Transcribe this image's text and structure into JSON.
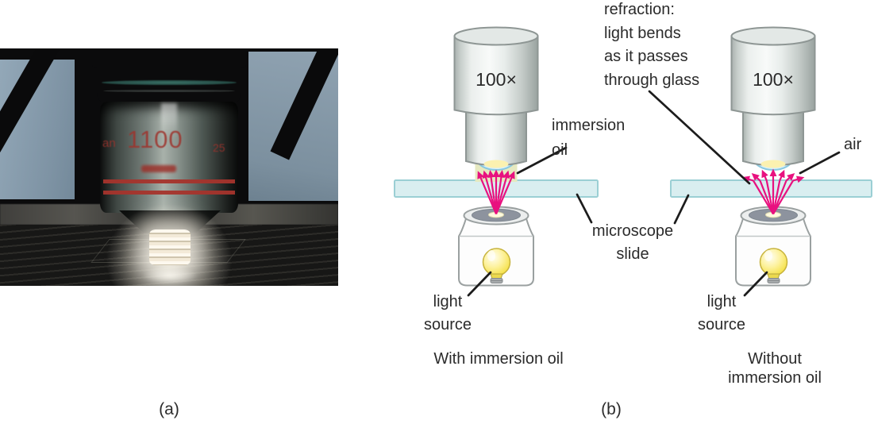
{
  "colors": {
    "ray": "#e8117f",
    "slide_fill": "#d9eef0",
    "slide_border": "#9bcfd4",
    "oil": "#e6e9c0",
    "lens_fill": "#d8f0fa",
    "lens_border": "#88c8e0",
    "glow": "#fbf1b0",
    "pointer": "#1c1c1c",
    "label_text": "#2b2b2b"
  },
  "panel_a": {
    "label": "(a)",
    "barrel_marking_left": "an",
    "barrel_marking_main": "1100",
    "barrel_marking_small": "25"
  },
  "panel_b": {
    "label": "(b)",
    "refraction_note": "refraction:\nlight bends\nas it passes\nthrough glass",
    "slide_label": "microscope\nslide",
    "with_oil": {
      "objective_label": "100×",
      "oil_label": "immersion\noil",
      "light_source_label": "light\nsource",
      "caption": "With immersion oil"
    },
    "without_oil": {
      "objective_label": "100×",
      "air_label": "air",
      "light_source_label": "light\nsource",
      "caption": "Without immersion oil"
    }
  }
}
